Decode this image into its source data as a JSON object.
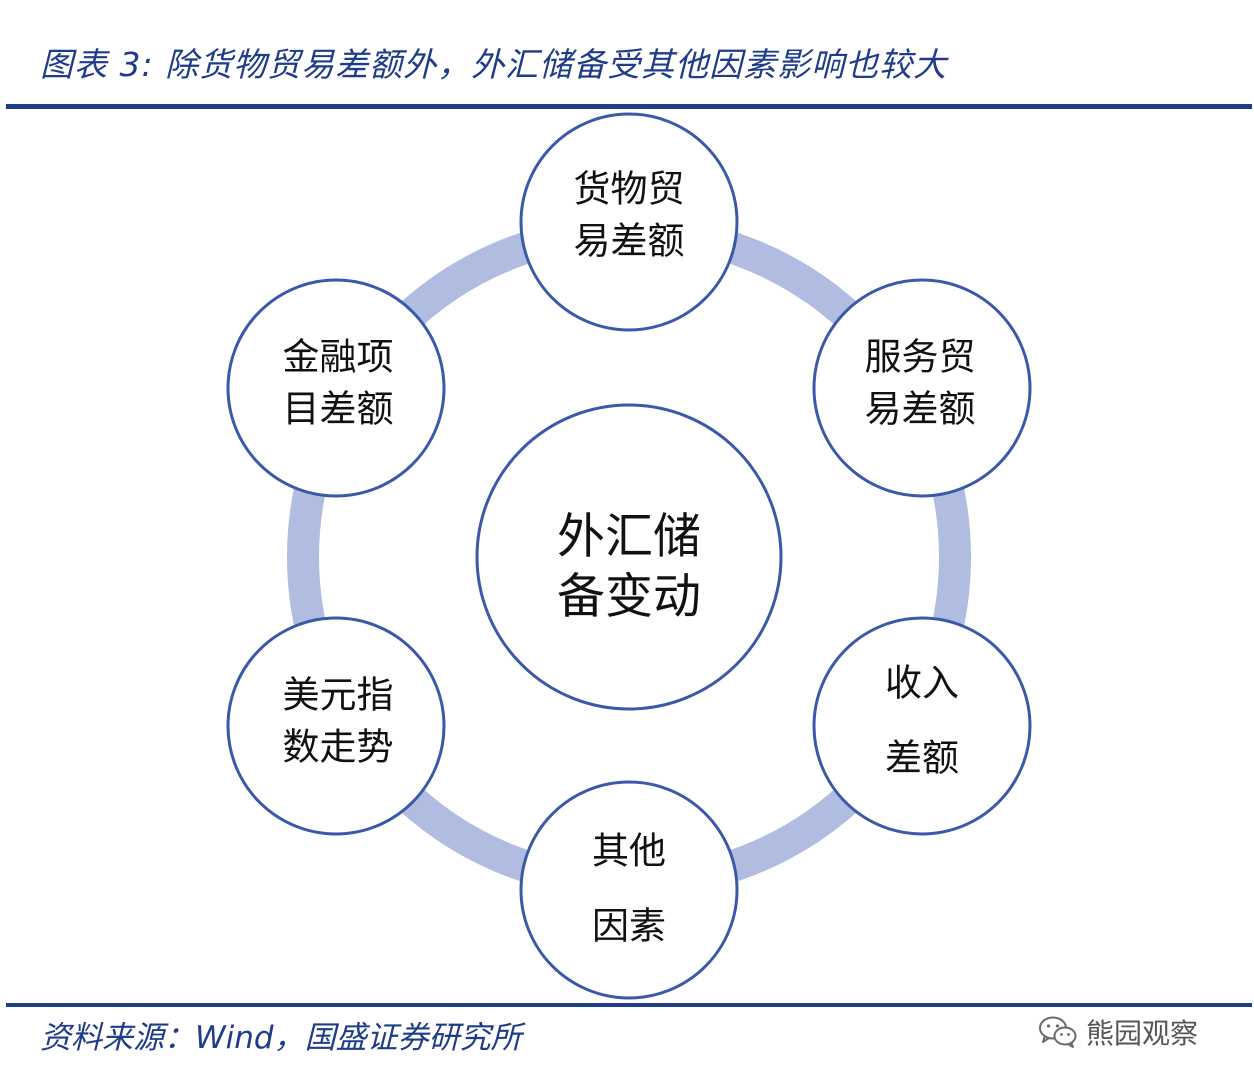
{
  "header": {
    "title": "图表 3:  除货物贸易差额外，外汇储备受其他因素影响也较大"
  },
  "diagram": {
    "center": {
      "lines": [
        "外汇储",
        "备变动"
      ]
    },
    "nodes": [
      {
        "lines": [
          "货物贸",
          "易差额"
        ]
      },
      {
        "lines": [
          "服务贸",
          "易差额"
        ]
      },
      {
        "lines": [
          "收入",
          "差额"
        ]
      },
      {
        "lines": [
          "其他",
          "因素"
        ]
      },
      {
        "lines": [
          "美元指",
          "数走势"
        ]
      },
      {
        "lines": [
          "金融项",
          "目差额"
        ]
      }
    ],
    "colors": {
      "ring": "#b0bde0",
      "circle_stroke": "#3a5aa8",
      "circle_fill": "#ffffff",
      "accent": "#1f3c88"
    }
  },
  "footer": {
    "source": "资料来源：Wind，国盛证券研究所",
    "watermark": "熊园观察",
    "watermark_icon": "wechat-icon"
  }
}
